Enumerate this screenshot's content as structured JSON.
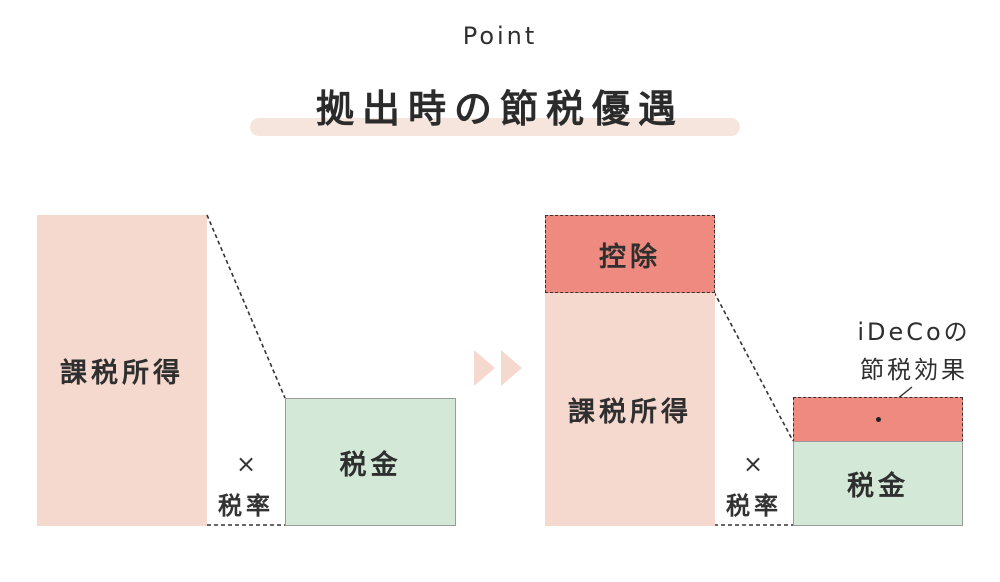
{
  "header": {
    "point_label": "Point",
    "title": "拠出時の節税優遇"
  },
  "left_diagram": {
    "income_label": "課税所得",
    "times_symbol": "×",
    "rate_label": "税率",
    "tax_label": "税金"
  },
  "right_diagram": {
    "deduction_label": "控除",
    "income_label": "課税所得",
    "times_symbol": "×",
    "rate_label": "税率",
    "tax_label": "税金",
    "annotation_line1": "iDeCoの",
    "annotation_line2": "節税効果"
  },
  "colors": {
    "income": "#f6d9ce",
    "tax": "#d3e8d6",
    "deduction": "#ee8a80",
    "arrow": "#f6d9ce",
    "title_highlight": "#f6e5dc"
  },
  "icons": [
    "double-chevron-right-icon"
  ]
}
